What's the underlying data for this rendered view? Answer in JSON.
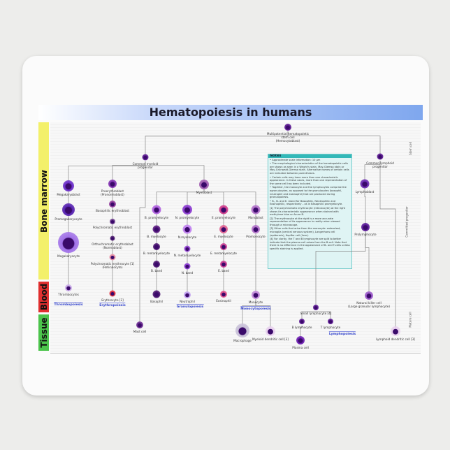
{
  "title": "Hematopoiesis in humans",
  "zones": {
    "bone_marrow": "Bone marrow",
    "blood": "Blood",
    "tissue": "Tissue"
  },
  "zone_colors": {
    "bone_marrow": "#f3f06a",
    "blood": "#e03030",
    "tissue": "#4cc44c"
  },
  "side_labels": {
    "stem": "Stem cell",
    "committed": "Committed progenitor",
    "mature": "Mature cell"
  },
  "cells": {
    "hsc": "Multipotential hematopoietic\nstem cell\n(Hemocytoblast)",
    "cmp": "Common myeloid\nprogenitor",
    "clp": "Common lymphoid\nprogenitor",
    "megakaryoblast": "Megakaryoblast",
    "promegakaryocyte": "Promegakaryocyte",
    "megakaryocyte": "Megakaryocyte",
    "thrombocytes": "Thrombocytes",
    "proerythroblast": "Proerythroblast\n(Pronormoblast)",
    "basophilic_erythroblast": "Basophilic erythroblast",
    "polychromatic_erythroblast": "Polychromatic erythroblast",
    "orthochromatic_erythroblast": "Orthochromatic erythroblast\n(Normoblast)",
    "polychromatic_erythrocyte": "Polychromatic erythrocyte [1]\n(Reticulocyte)",
    "erythrocyte": "Erythrocyte [2]",
    "myeloblast": "Myeloblast",
    "b_promyelocyte": "B. promyelocyte",
    "b_myelocyte": "B. myelocyte",
    "b_metamyelocyte": "B. metamyelocyte",
    "b_band": "B. band",
    "basophil": "Basophil",
    "n_promyelocyte": "N. promyelocyte",
    "n_myelocyte": "N.myelocyte",
    "n_metamyelocyte": "N. metamyelocyte",
    "n_band": "N. band",
    "neutrophil": "Neutrophil",
    "e_promyelocyte": "E. promyelocyte",
    "e_myelocyte": "E. myelocyte",
    "e_metamyelocyte": "E. metamyelocyte",
    "e_band": "E. band",
    "eosinophil": "Eosinophil",
    "monoblast": "Monoblast",
    "promonocyte": "Promonocyte",
    "monocyte": "Monocyte",
    "mast_cell": "Mast cell",
    "macrophage": "Macrophage",
    "myeloid_dendritic": "Myeloid dendritic cell [3]",
    "lymphoblast": "Lymphoblast",
    "prolymphocyte": "Prolymphocyte",
    "nk_cell": "Natural killer cell\n(Large granular lymphocyte)",
    "small_lymphocyte": "Small lymphocyte [4]",
    "b_lymphocyte": "B lymphocyte",
    "t_lymphocyte": "T lymphocyte",
    "plasma_cell": "Plasma cell",
    "lymphoid_dendritic": "Lymphoid dendritic cell [3]"
  },
  "poiesis": {
    "thrombopoiesis": "Thrombopoiesis",
    "erythropoiesis": "Erythropoiesis",
    "granulopoiesis": "Granulopoiesis",
    "monocytopoiesis": "Monocytopoiesis",
    "lymphopoiesis": "Lymphopoiesis"
  },
  "notes": {
    "header": "Notes",
    "paragraphs": [
      "• Approximate scale information: 10 μm",
      "• The morphological characteristics of the hematopoietic cells are shown as seen in a Wright's stain, May-Giemsa stain or May-Grünwald-Giemsa stain. Alternative names of certain cells are indicated between parentheses.",
      "• Certain cells may have more than one characteristic appearance. In these cases, more than one representation of the same cell has been included.",
      "• Together, the monocyte and the lymphocytes comprise the agranulocytes, as opposed to the granulocytes (basophil, neutrophil and eosinophil) that are produced during granulopoiesis.",
      "• B., N. and E. stand for Basophilic, Neutrophilic and Eosinophilic, respectively – as in Basophilic promyelocyte.",
      "[1] The polychromatic erythrocyte (reticulocyte) at the right shows its characteristic appearance when stained with methylene blue or Azure B.",
      "[2] The erythrocyte at the right is a more accurate representation of its appearance in reality when viewed through a microscope.",
      "[3] Other cells that arise from the monocyte: osteoclast, microglia (central nervous system), Langerhans cell (epidermis), Kupffer cell (liver).",
      "[4] For clarity, the T and B lymphocyte are split to better indicate that the plasma cell arises from the B-cell. Note that there is no difference in the appearance of B- and T-cells unless specific staining is applied."
    ]
  }
}
